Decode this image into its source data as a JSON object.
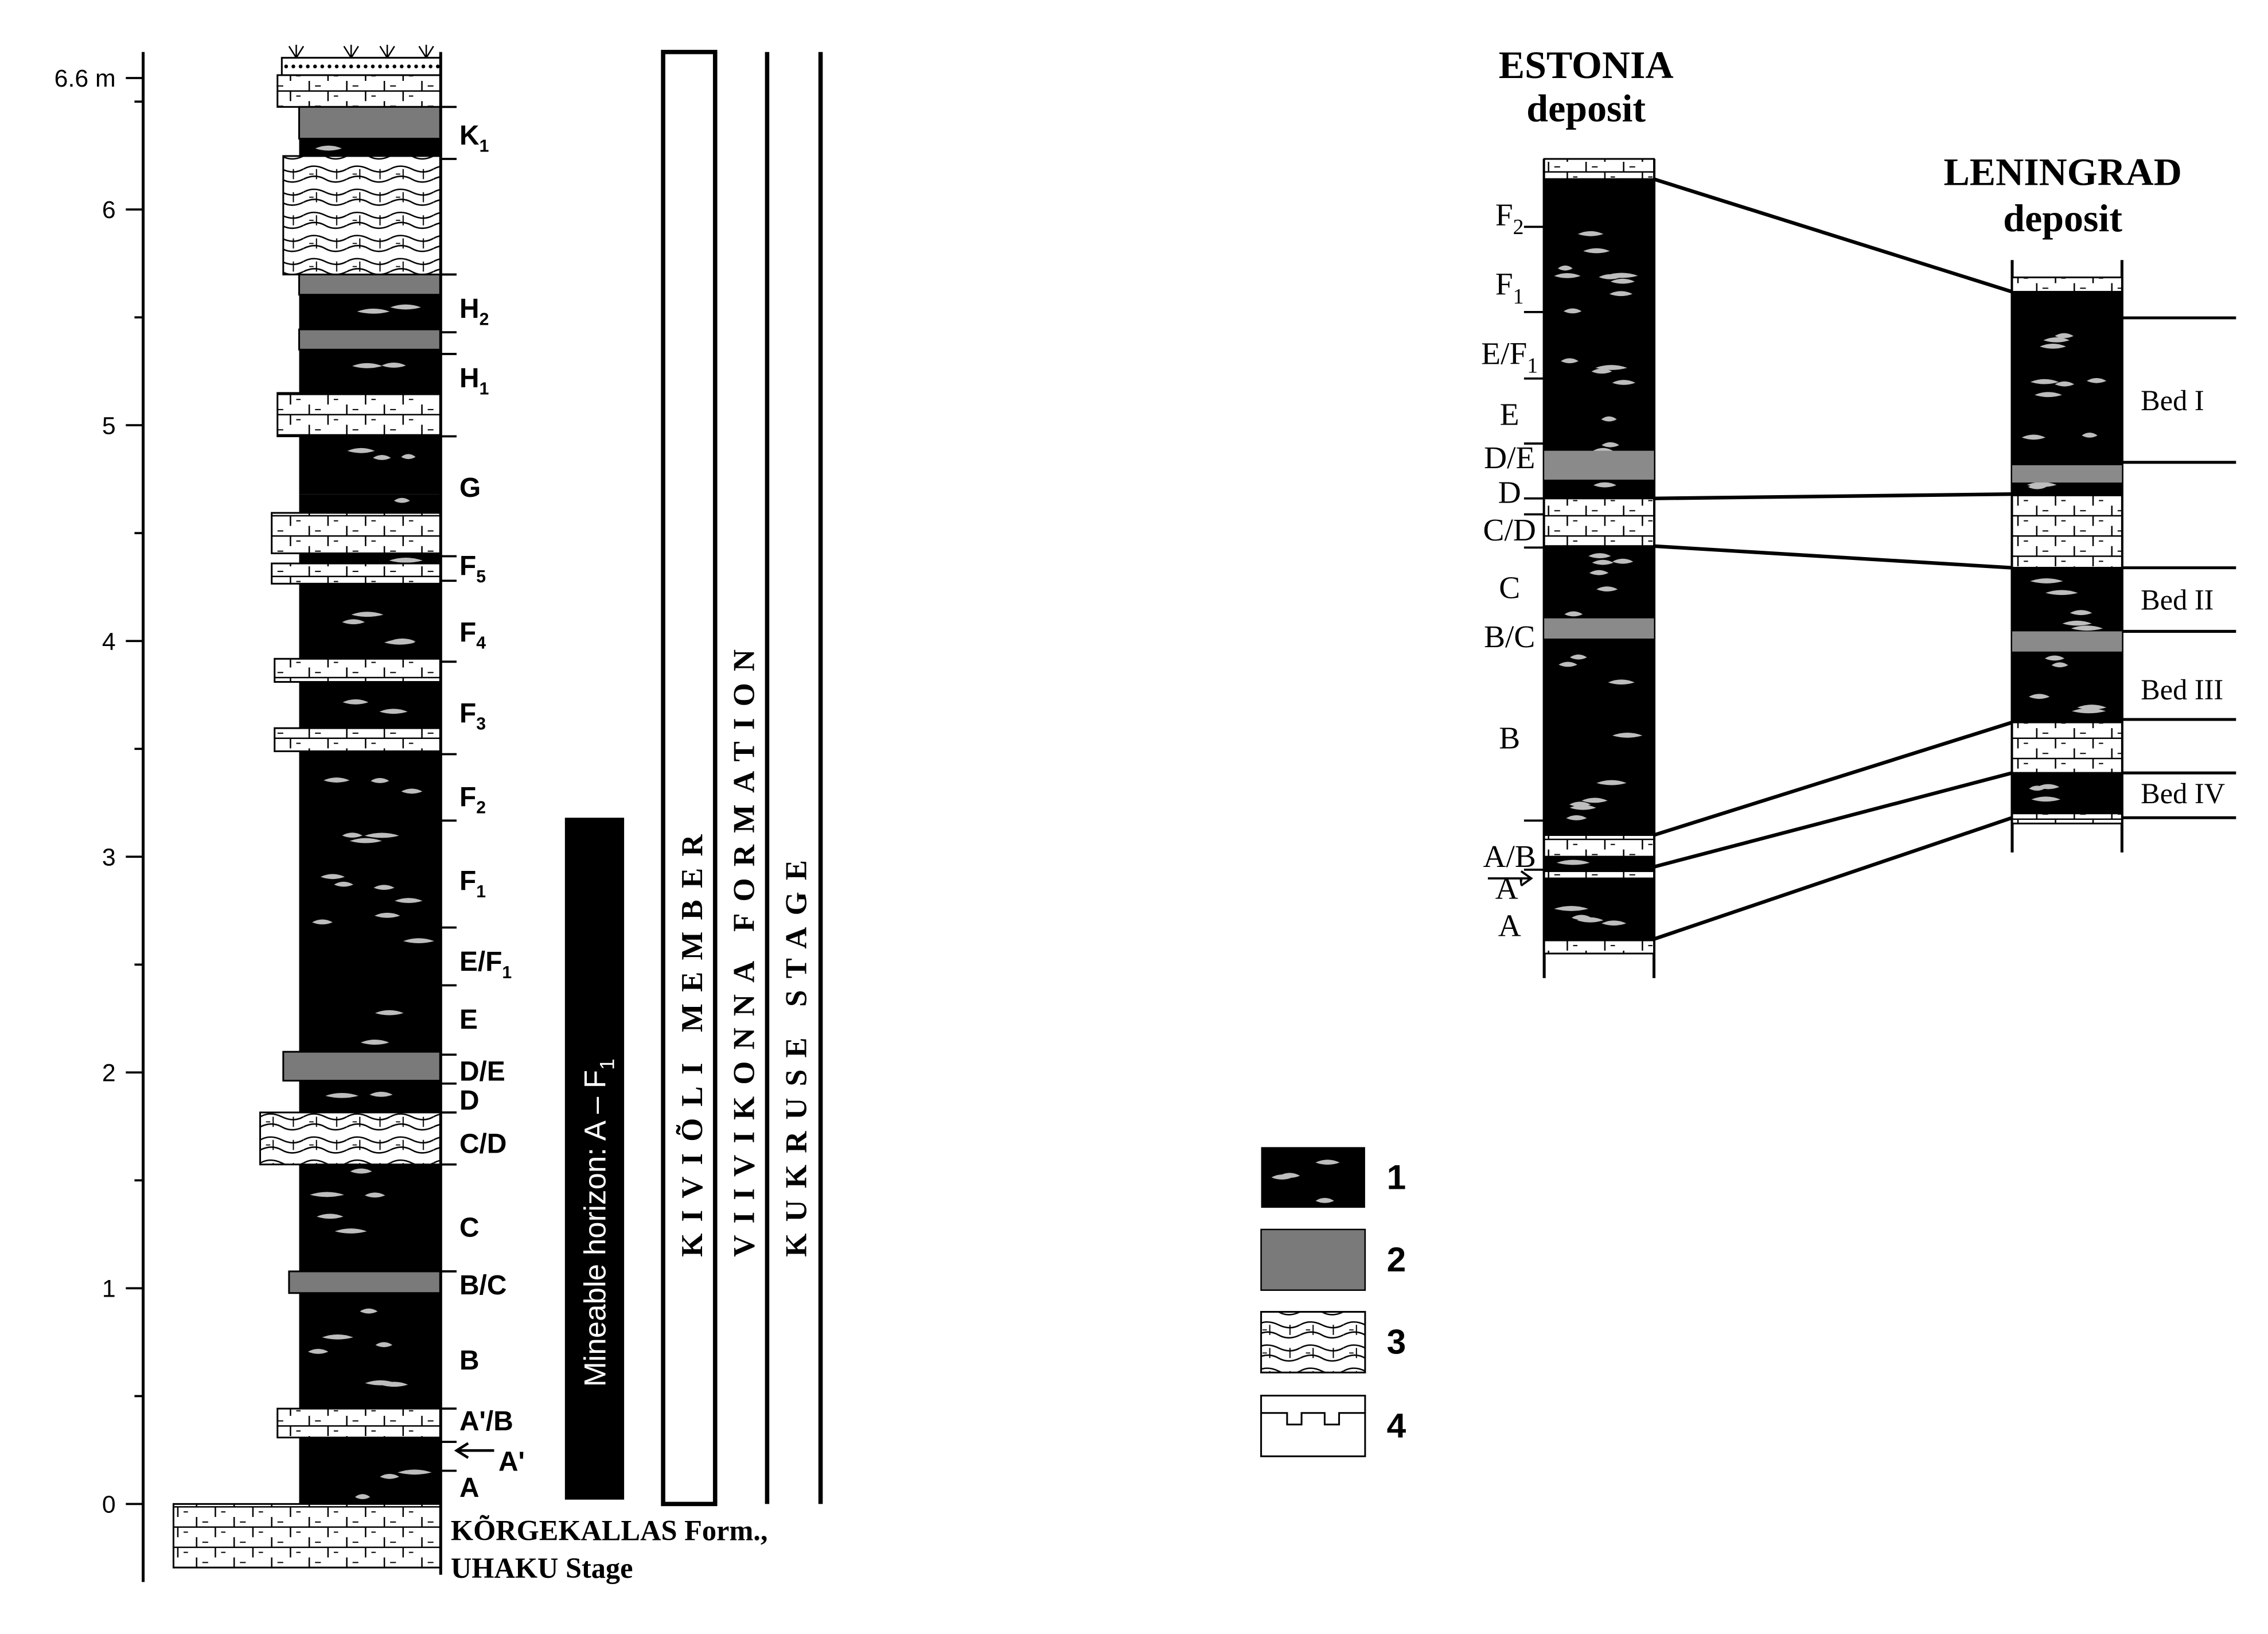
{
  "scale": {
    "top_label": "6.6 m",
    "ticks": [
      "6",
      "5",
      "4",
      "3",
      "2",
      "1",
      "0"
    ]
  },
  "left_section": {
    "layer_labels": [
      {
        "main": "K",
        "sub": "1"
      },
      {
        "main": "H",
        "sub": "2"
      },
      {
        "main": "H",
        "sub": "1"
      },
      {
        "main": "G",
        "sub": ""
      },
      {
        "main": "F",
        "sub": "5"
      },
      {
        "main": "F",
        "sub": "4"
      },
      {
        "main": "F",
        "sub": "3"
      },
      {
        "main": "F",
        "sub": "2"
      },
      {
        "main": "F",
        "sub": "1"
      },
      {
        "main": "E/F",
        "sub": "1"
      },
      {
        "main": "E",
        "sub": ""
      },
      {
        "main": "D/E",
        "sub": ""
      },
      {
        "main": "D",
        "sub": ""
      },
      {
        "main": "C/D",
        "sub": ""
      },
      {
        "main": "C",
        "sub": ""
      },
      {
        "main": "B/C",
        "sub": ""
      },
      {
        "main": "B",
        "sub": ""
      },
      {
        "main": "A'/B",
        "sub": ""
      },
      {
        "main": "A'",
        "sub": ""
      },
      {
        "main": "A",
        "sub": ""
      }
    ],
    "mineable_horizon": "Mineable horizon: A – F",
    "mineable_horizon_sub": "1",
    "member": "KIVIÕLI MEMBER",
    "formation": "VIIVIKONNA FORMATION",
    "stage": "KUKRUSE STAGE",
    "base_line1": "KÕRGEKALLAS Form.,",
    "base_line2": "UHAKU Stage"
  },
  "right_section": {
    "estonia_title1": "ESTONIA",
    "estonia_title2": "deposit",
    "leningrad_title1": "LENINGRAD",
    "leningrad_title2": "deposit",
    "estonia_labels": [
      {
        "main": "F",
        "sub": "2"
      },
      {
        "main": "F",
        "sub": "1"
      },
      {
        "main": "E/F",
        "sub": "1"
      },
      {
        "main": "E",
        "sub": ""
      },
      {
        "main": "D/E",
        "sub": ""
      },
      {
        "main": "D",
        "sub": ""
      },
      {
        "main": "C/D",
        "sub": ""
      },
      {
        "main": "C",
        "sub": ""
      },
      {
        "main": "B/C",
        "sub": ""
      },
      {
        "main": "B",
        "sub": ""
      },
      {
        "main": "A/B",
        "sub": ""
      },
      {
        "main": "A'",
        "sub": ""
      },
      {
        "main": "A",
        "sub": ""
      }
    ],
    "beds": [
      "Bed I",
      "Bed II",
      "Bed III",
      "Bed IV"
    ]
  },
  "legend": {
    "items": [
      "1",
      "2",
      "3",
      "4"
    ]
  },
  "colors": {
    "oil_shale": "#000000",
    "kerogenous_limestone": "#7a7a7a",
    "limestone": "#ffffff",
    "line": "#000000"
  }
}
